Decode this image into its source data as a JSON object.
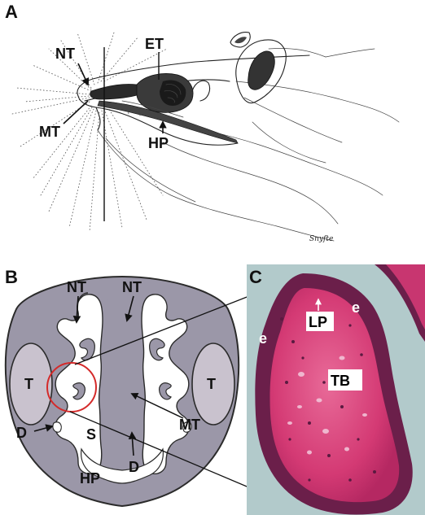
{
  "panels": {
    "a": {
      "letter": "A",
      "labels": {
        "nt": "NT",
        "et": "ET",
        "mt": "MT",
        "hp": "HP"
      },
      "signature": "Snyfte"
    },
    "b": {
      "letter": "B",
      "labels": {
        "nt_left": "NT",
        "nt_right": "NT",
        "t_left": "T",
        "t_right": "T",
        "mt": "MT",
        "s": "S",
        "d_left": "D",
        "d_right": "D",
        "hp": "HP"
      }
    },
    "c": {
      "letter": "C",
      "labels": {
        "lp": "LP",
        "e_top": "e",
        "e_left": "e",
        "tb": "TB"
      }
    }
  },
  "colors": {
    "section_fill": "#9b97a8",
    "section_stroke": "#2b2b2b",
    "turbinate_fill": "#c9c2ce",
    "highlight_circle": "#d42a2a",
    "tissue_background": "#b8cfd0",
    "tissue_stroma": "#d43a74",
    "tissue_epithelium": "#6b1f4a"
  }
}
